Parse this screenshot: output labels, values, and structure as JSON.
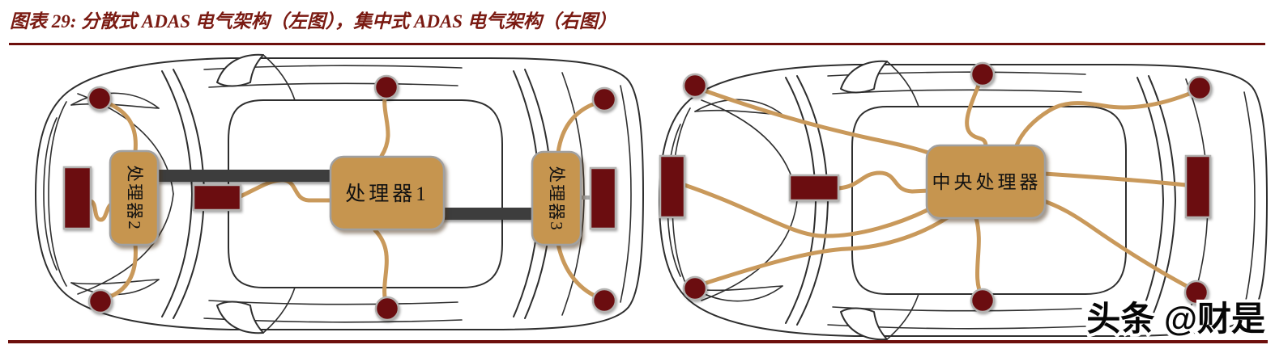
{
  "figure": {
    "title": "图表 29: 分散式 ADAS 电气架构（左图），集中式 ADAS 电气架构（右图）",
    "watermark": "头条 @财是"
  },
  "left_diagram": {
    "architecture": "分散式 ADAS 电气架构",
    "processors": [
      {
        "label": "处理器2",
        "orientation": "vertical",
        "position": "front"
      },
      {
        "label": "处理器1",
        "orientation": "horizontal",
        "position": "center"
      },
      {
        "label": "处理器3",
        "orientation": "vertical",
        "position": "rear"
      }
    ],
    "sensors": {
      "circles": 6,
      "rectangles": 3
    },
    "bus_bars": 2
  },
  "right_diagram": {
    "architecture": "集中式 ADAS 电气架构",
    "processors": [
      {
        "label": "中央处理器",
        "orientation": "horizontal",
        "position": "center-rear"
      }
    ],
    "sensors": {
      "circles": 6,
      "rectangles": 3
    },
    "bus_bars": 0
  },
  "colors": {
    "title_text": "#7A1A12",
    "rule": "#6D0F0C",
    "sensor_fill": "#6B0D10",
    "sensor_stroke": "#B3B2B0",
    "wire": "#C9995B",
    "processor_fill": "#C6954F",
    "processor_stroke": "#A0A0A0",
    "bus_bar": "#3D3D3D",
    "car_outline": "#2E2E2E",
    "watermark_text": "#060606"
  }
}
